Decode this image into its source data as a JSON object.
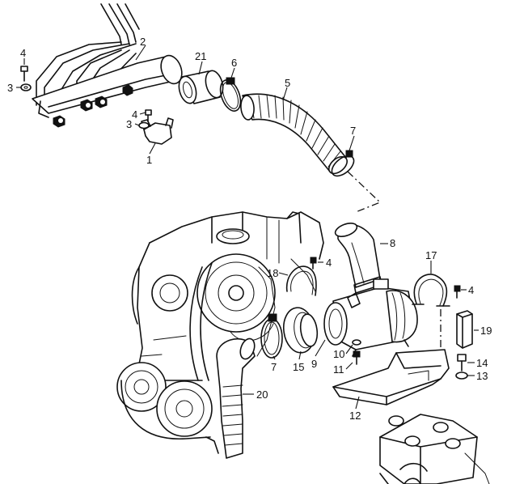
{
  "callouts": {
    "c1": "1",
    "c2": "2",
    "c3a": "3",
    "c3b": "3",
    "c4a": "4",
    "c4b": "4",
    "c4c": "4",
    "c4d": "4",
    "c5": "5",
    "c6": "6",
    "c7a": "7",
    "c7b": "7",
    "c8": "8",
    "c9": "9",
    "c10": "10",
    "c11": "11",
    "c12": "12",
    "c13": "13",
    "c14": "14",
    "c15": "15",
    "c17": "17",
    "c18": "18",
    "c19": "19",
    "c20": "20",
    "c21": "21"
  }
}
